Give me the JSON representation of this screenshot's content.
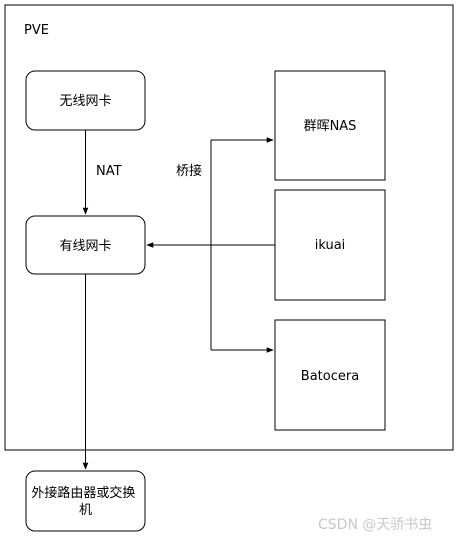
{
  "container": {
    "label": "PVE"
  },
  "nodes": {
    "wireless_nic": "无线网卡",
    "wired_nic": "有线网卡",
    "nas": "群晖NAS",
    "ikuai": "ikuai",
    "batocera": "Batocera",
    "external_router_line1": "外接路由器或交换",
    "external_router_line2": "机"
  },
  "edges": {
    "nat_label": "NAT",
    "bridge_label": "桥接"
  },
  "watermark": "CSDN @天骄书虫",
  "colors": {
    "stroke": "#000000",
    "fill": "#ffffff",
    "watermark": "#c8c8c8"
  }
}
